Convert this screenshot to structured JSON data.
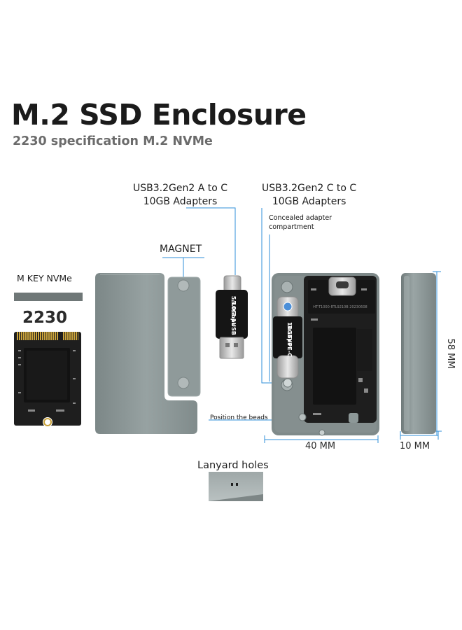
{
  "header": {
    "title": "M.2 SSD Enclosure",
    "subtitle": "2230 specification M.2 NVMe"
  },
  "labels": {
    "usb_a_to_c_line1": "USB3.2Gen2 A to C",
    "usb_a_to_c_line2": "10GB Adapters",
    "usb_c_to_c_line1": "USB3.2Gen2 C to C",
    "usb_c_to_c_line2": "10GB Adapters",
    "concealed_line1": "Concealed adapter",
    "concealed_line2": "compartment",
    "magnet": "MAGNET",
    "m_key": "M KEY NVMe",
    "ssd_size": "2230",
    "position_beads": "Position the beads",
    "lanyard_holes": "Lanyard holes"
  },
  "adapters": {
    "a_to_c_text1": "3.0/3.1USB",
    "a_to_c_text2": "5/10Gbps",
    "c_to_c_text1": "3.1TYPE-C",
    "c_to_c_text2": "10Gbps"
  },
  "pcb_marking": "HT-T1000-RTL9210B 20230608",
  "dimensions": {
    "width": "40 MM",
    "depth": "10 MM",
    "height": "58 MM"
  },
  "colors": {
    "shell": "#8a9595",
    "pcb": "#1c1c1c",
    "gold_pins": "#c9a23a",
    "guide_line": "#2f8fd8"
  }
}
